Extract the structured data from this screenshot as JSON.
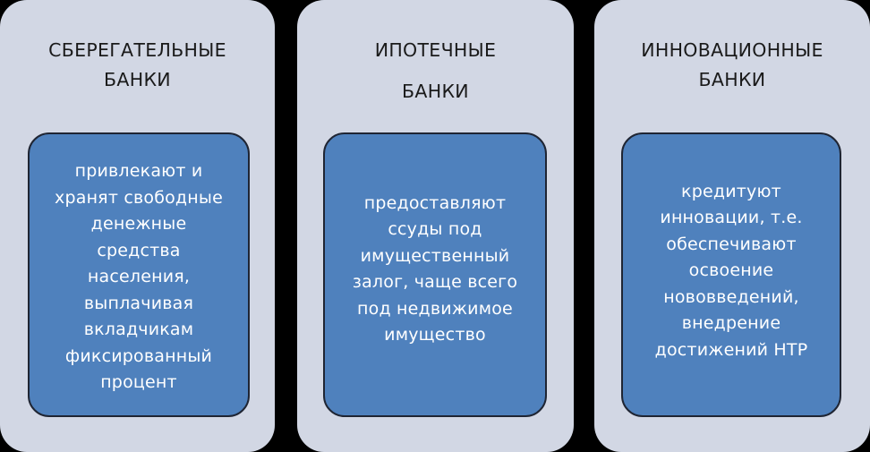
{
  "columns": [
    {
      "title_lines": [
        "СБЕРЕГАТЕЛЬНЫЕ",
        "БАНКИ"
      ],
      "body_lines": [
        "привлекают и",
        "хранят свободные",
        "денежные",
        "средства",
        "населения,",
        "выплачивая",
        "вкладчикам",
        "фиксированный",
        "процент"
      ]
    },
    {
      "title_lines": [
        "ИПОТЕЧНЫЕ",
        "БАНКИ"
      ],
      "body_lines": [
        "предоставляют",
        "ссуды под",
        "имущественный",
        "залог, чаще всего",
        "под недвижимое",
        "имущество"
      ]
    },
    {
      "title_lines": [
        "ИННОВАЦИОННЫЕ",
        "БАНКИ"
      ],
      "body_lines": [
        "кредитуют",
        "инновации, т.е.",
        "обеспечивают",
        "освоение",
        "нововведений,",
        "внедрение",
        "достижений НТР"
      ]
    }
  ],
  "colors": {
    "background": "#000000",
    "panel": "#d2d7e4",
    "card": "#4f81bd",
    "card_border": "#1f2533",
    "title_text": "#1a1a1a",
    "card_text": "#ffffff"
  }
}
